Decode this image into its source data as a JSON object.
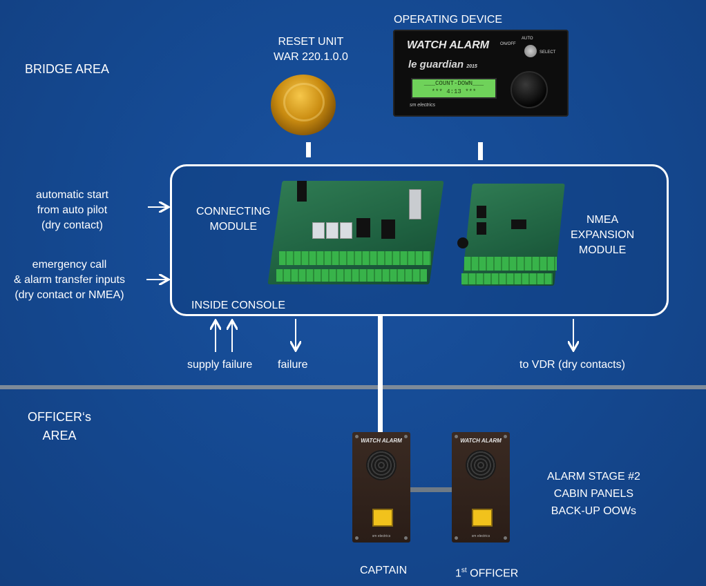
{
  "areas": {
    "bridge": "BRIDGE AREA",
    "officer_line1": "OFFICER‘s",
    "officer_line2": "AREA"
  },
  "operating_device": {
    "title": "OPERATING DEVICE",
    "brand": "WATCH ALARM",
    "model": "le guardian",
    "model_year": "2015",
    "lcd_line1": "___COUNT-DOWN___",
    "lcd_line2": "***    4:13    ***",
    "maker": "sm electrics",
    "switch_labels": {
      "onoff": "ON/OFF",
      "auto": "AUTO",
      "select": "SELECT"
    }
  },
  "reset_unit": {
    "line1": "RESET UNIT",
    "line2": "WAR 220.1.0.0"
  },
  "console": {
    "label": "INSIDE CONSOLE",
    "connecting_line1": "CONNECTING",
    "connecting_line2": "MODULE",
    "nmea_line1": "NMEA",
    "nmea_line2": "EXPANSION",
    "nmea_line3": "MODULE"
  },
  "inputs": {
    "autopilot_line1": "automatic start",
    "autopilot_line2": "from auto pilot",
    "autopilot_line3": "(dry contact)",
    "emergency_line1": "emergency call",
    "emergency_line2": "& alarm transfer inputs",
    "emergency_line3": "(dry contact or NMEA)"
  },
  "outputs": {
    "supply_failure": "supply failure",
    "failure": "failure",
    "vdr": "to VDR (dry contacts)"
  },
  "cabin": {
    "panel_title": "WATCH ALARM",
    "panel_maker": "sm electrics",
    "stage_line1": "ALARM STAGE #2",
    "stage_line2": "CABIN PANELS",
    "stage_line3": "BACK-UP OOWs",
    "captain": "CAPTAIN",
    "officer_num": "1",
    "officer_sup": "st",
    "officer_label": " OFFICER"
  }
}
